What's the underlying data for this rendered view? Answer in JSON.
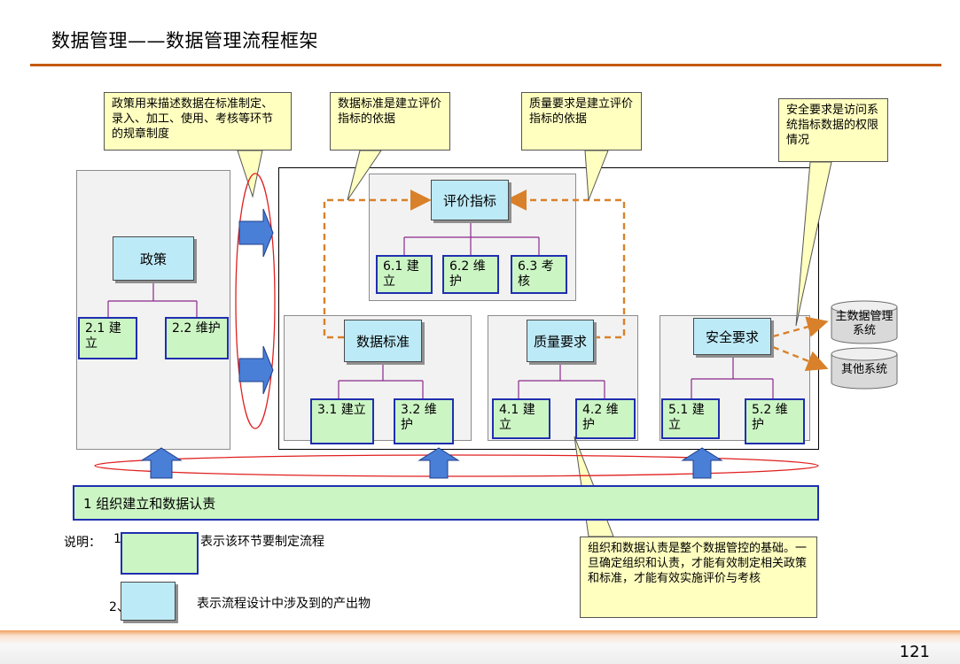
{
  "title": "数据管理——数据管理流程框架",
  "page_number": "121",
  "callouts": {
    "policy": "政策用来描述数据在标准制定、录入、加工、使用、考核等环节的规章制度",
    "data_standard": "数据标准是建立评价指标的依据",
    "quality": "质量要求是建立评价指标的依据",
    "security": "安全要求是访问系统指标数据的权限情况",
    "org": "组织和数据认责是整个数据管控的基础。一旦确定组织和认责，才能有效制定相关政策和标准，才能有效实施评价与考核"
  },
  "nodes": {
    "policy": "政策",
    "eval": "评价指标",
    "data_standard": "数据标准",
    "quality": "质量要求",
    "security": "安全要求"
  },
  "steps": {
    "s2_1": "2.1 建立",
    "s2_2": "2.2 维护",
    "s6_1": "6.1 建立",
    "s6_2": "6.2 维护",
    "s6_3": "6.3 考核",
    "s3_1": "3.1 建立",
    "s3_2": "3.2 维护",
    "s4_1": "4.1 建立",
    "s4_2": "4.2 维护",
    "s5_1": "5.1 建立",
    "s5_2": "5.2 维护"
  },
  "systems": {
    "master": "主数据管理系统",
    "other": "其他系统"
  },
  "bottom_bar": "1  组织建立和数据认责",
  "legend": {
    "prefix": "说明：",
    "item1_num": "1、",
    "item1_text": "表示该环节要制定流程",
    "item2_num": "2、",
    "item2_text": "表示流程设计中涉及到的产出物"
  },
  "colors": {
    "accent_rule": "#c55a11",
    "step_fill": "#ccf5c4",
    "step_border": "#1f2fb0",
    "doc_fill": "#bdeaf7",
    "note_fill": "#ffffc0",
    "dashed_arrow": "#d8812a",
    "ellipse": "#e02020",
    "block_arrow": "#4a7fd8"
  }
}
